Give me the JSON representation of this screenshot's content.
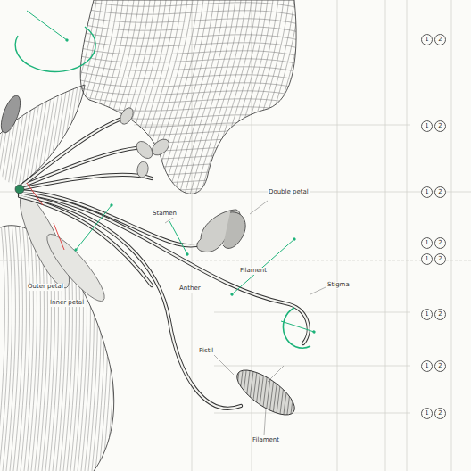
{
  "diagram": {
    "labels": [
      "Double petal",
      "Stamen",
      "Anther",
      "Filament",
      "Stigma",
      "Outer petal",
      "Inner petal",
      "Pistil",
      "Filament",
      "1",
      "2",
      "1",
      "2",
      "1",
      "2",
      "1",
      "2",
      "1",
      "2",
      "1",
      "2",
      "1",
      "2",
      "1",
      "2"
    ]
  }
}
